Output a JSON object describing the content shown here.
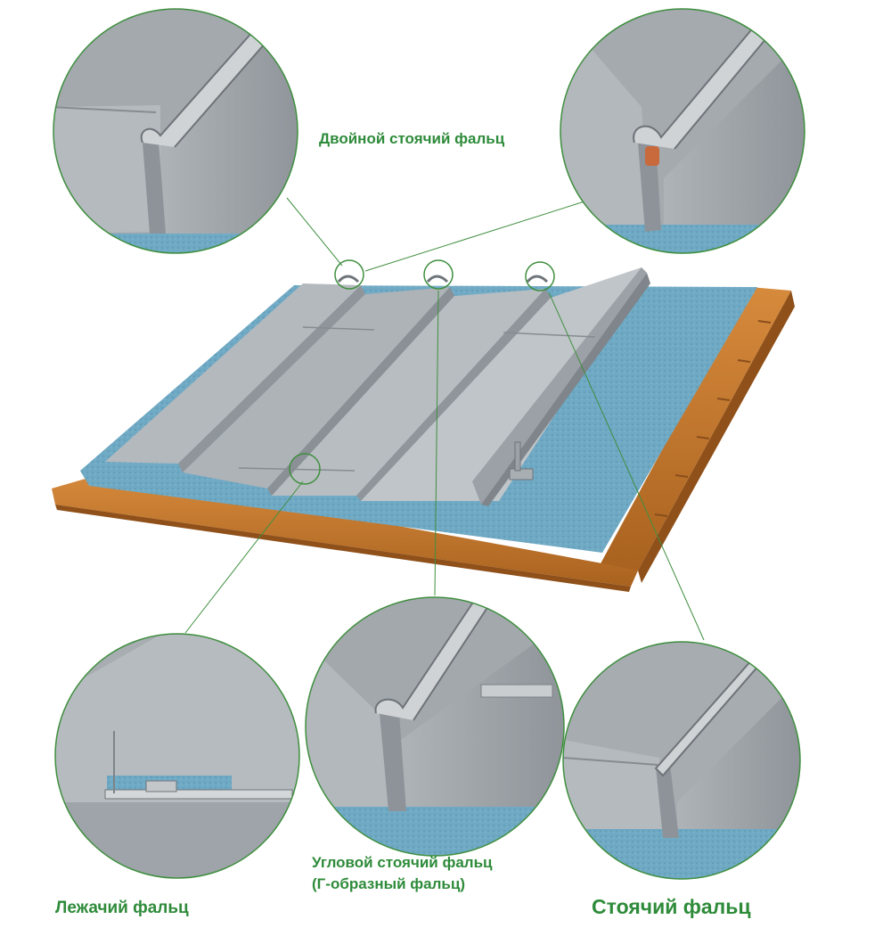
{
  "labels": {
    "double_standing_seam": "Двойной стоячий фальц",
    "corner_standing_seam_line1": "Угловой стоячий фальц",
    "corner_standing_seam_line2": "(Г-образный фальц)",
    "lying_seam": "Лежачий фальц",
    "standing_seam": "Стоячий фальц"
  },
  "colors": {
    "label_green": "#2e8b3a",
    "callout_circle": "#3f8f3f",
    "metal_light": "#b9bec2",
    "metal_mid": "#9da3a8",
    "metal_dark": "#7c8287",
    "membrane_blue": "#6aa8c4",
    "wood_orange": "#c8782f",
    "wood_dark": "#9c5a22",
    "sealant_copper": "#c86a3c"
  }
}
